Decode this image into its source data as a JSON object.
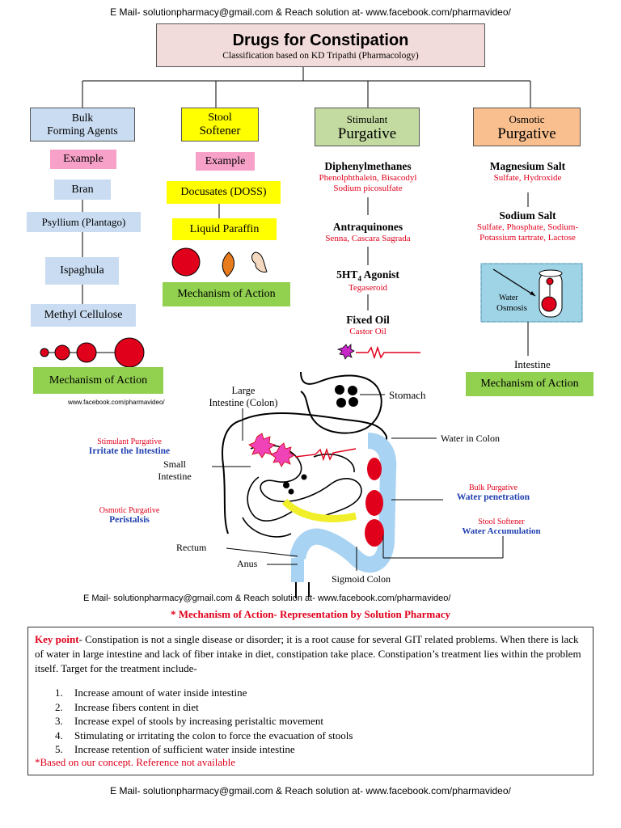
{
  "header": {
    "email_line": "E Mail- solutionpharmacy@gmail.com & Reach solution at- www.facebook.com/pharmavideo/"
  },
  "title": {
    "main": "Drugs for Constipation",
    "subtitle": "Classification based on KD Tripathi (Pharmacology)"
  },
  "categories": {
    "bulk": {
      "label_line1": "Bulk",
      "label_line2": "Forming Agents",
      "example": "Example",
      "items": [
        "Bran",
        "Psyllium (Plantago)",
        "Ispaghula",
        "Methyl Cellulose"
      ],
      "moa": "Mechanism of Action",
      "color": "#c9dcf1"
    },
    "stool": {
      "label_line1": "Stool",
      "label_line2": "Softener",
      "example": "Example",
      "items": [
        "Docusates (DOSS)",
        "Liquid Paraffin"
      ],
      "moa": "Mechanism of Action",
      "color": "#ffff00"
    },
    "stimulant": {
      "label_line1": "Stimulant",
      "label_line2": "Purgative",
      "groups": [
        {
          "name": "Diphenylmethanes",
          "detail_line1": "Phenolphthalein, Bisacodyl",
          "detail_line2": "Sodium picosulfate"
        },
        {
          "name": "Antraquinones",
          "detail_line1": "Senna, Cascara Sagrada",
          "detail_line2": ""
        },
        {
          "name_main": "5HT",
          "name_sub": "4",
          "name_tail": " Agonist",
          "detail_line1": "Tegaseroid",
          "detail_line2": ""
        },
        {
          "name": "Fixed Oil",
          "detail_line1": "Castor Oil",
          "detail_line2": ""
        }
      ],
      "color": "#c3dba0"
    },
    "osmotic": {
      "label_line1": "Osmotic",
      "label_line2": "Purgative",
      "groups": [
        {
          "name": "Magnesium Salt",
          "detail_line1": "Sulfate, Hydroxide",
          "detail_line2": ""
        },
        {
          "name": "Sodium Salt",
          "detail_line1": "Sulfate, Phosphate, Sodium-",
          "detail_line2": "Potassium tartrate, Lactose"
        }
      ],
      "osmosis_water": "Water",
      "osmosis_label": "Osmosis",
      "intestine_label": "Intestine",
      "moa": "Mechanism of Action",
      "color": "#f9bf8f"
    }
  },
  "anatomy": {
    "watermark": "www.facebook.com/pharmavideo/",
    "large_intestine_line1": "Large",
    "large_intestine_line2": "Intestine (Colon)",
    "stomach": "Stomach",
    "water_in_colon": "Water in Colon",
    "small_intestine_line1": "Small",
    "small_intestine_line2": "Intestine",
    "rectum": "Rectum",
    "anus": "Anus",
    "sigmoid_colon": "Sigmoid Colon",
    "stimulant_title": "Stimulant Purgative",
    "stimulant_desc": "Irritate the Intestine",
    "osmotic_title": "Osmotic Purgative",
    "osmotic_desc": "Peristalsis",
    "bulk_title": "Bulk Purgative",
    "bulk_desc": "Water penetration",
    "softener_title": "Stool Softener",
    "softener_desc": "Water Accumulation",
    "footer_email": "E Mail- solutionpharmacy@gmail.com & Reach solution at- www.facebook.com/pharmavideo/"
  },
  "moa_caption": "* Mechanism of Action- Representation by Solution Pharmacy",
  "key_point": {
    "label": "Key point",
    "text": "- Constipation is not a single disease or disorder; it is a root cause for several GIT related problems. When there is lack of water in large intestine and lack of fiber intake in diet, constipation take place. Constipation’s treatment lies within the problem itself. Target for the treatment include-",
    "items": [
      {
        "num": "1.",
        "text": "Increase amount of water inside intestine"
      },
      {
        "num": "2.",
        "text": "Increase fibers content in diet"
      },
      {
        "num": "3.",
        "text": "Increase expel of stools by increasing peristaltic movement"
      },
      {
        "num": "4.",
        "text": "Stimulating or irritating the colon to  force the evacuation of stools"
      },
      {
        "num": "5.",
        "text": "Increase retention of sufficient water inside intestine"
      }
    ],
    "note": "*Based on our concept. Reference not available"
  },
  "footer": {
    "email_line": "E Mail- solutionpharmacy@gmail.com & Reach solution at- www.facebook.com/pharmavideo/"
  },
  "colors": {
    "pink_example": "#f7a1c9",
    "green_moa": "#92d050",
    "title_bg": "#f2dcdb",
    "accent_red": "#e0001b",
    "accent_blue": "#1f3fb0",
    "colon_blue": "#a9d3f2"
  }
}
